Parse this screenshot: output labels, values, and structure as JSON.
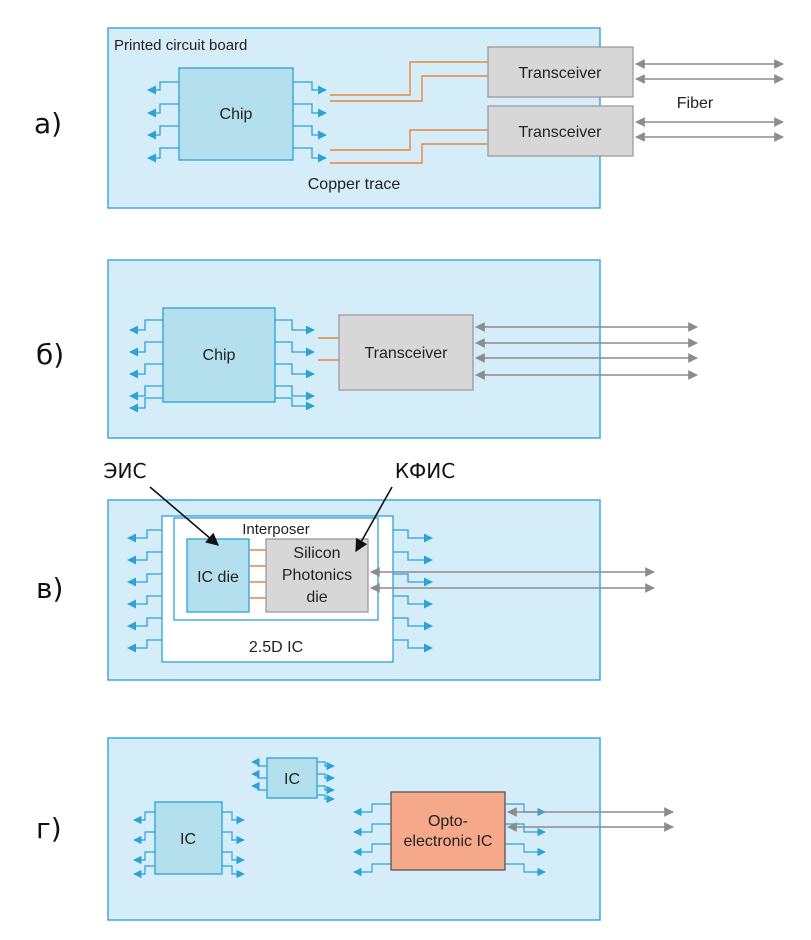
{
  "panels": {
    "a": {
      "letter": "а)",
      "board_label": "Printed circuit board",
      "chip_label": "Chip",
      "transceiver_1": "Transceiver",
      "transceiver_2": "Transceiver",
      "fiber_label": "Fiber",
      "copper_label": "Copper trace"
    },
    "b": {
      "letter": "б)",
      "chip_label": "Chip",
      "transceiver_label": "Transceiver"
    },
    "c": {
      "letter": "в)",
      "eic_label": "ЭИС",
      "pic_label": "КФИС",
      "interposer_label": "Interposer",
      "ic_die_label": "IC die",
      "photonics_line1": "Silicon",
      "photonics_line2": "Photonics",
      "photonics_line3": "die",
      "package_label": "2.5D IC"
    },
    "d": {
      "letter": "г)",
      "ic_small_label": "IC",
      "ic_left_label": "IC",
      "opto_line1": "Opto-",
      "opto_line2": "electronic IC"
    }
  },
  "colors": {
    "board_fill": "#d5ecf9",
    "board_stroke": "#3ea9e0",
    "chip_fill": "#b3e0ec",
    "chip_stroke": "#2ba3d8",
    "transceiver_fill": "#d7d7d8",
    "transceiver_stroke": "#9a9a9a",
    "opto_fill": "#f6a98a",
    "copper": "#e8873a",
    "fiber": "#8c8c8c",
    "io_arrow": "#2ba3d8"
  }
}
